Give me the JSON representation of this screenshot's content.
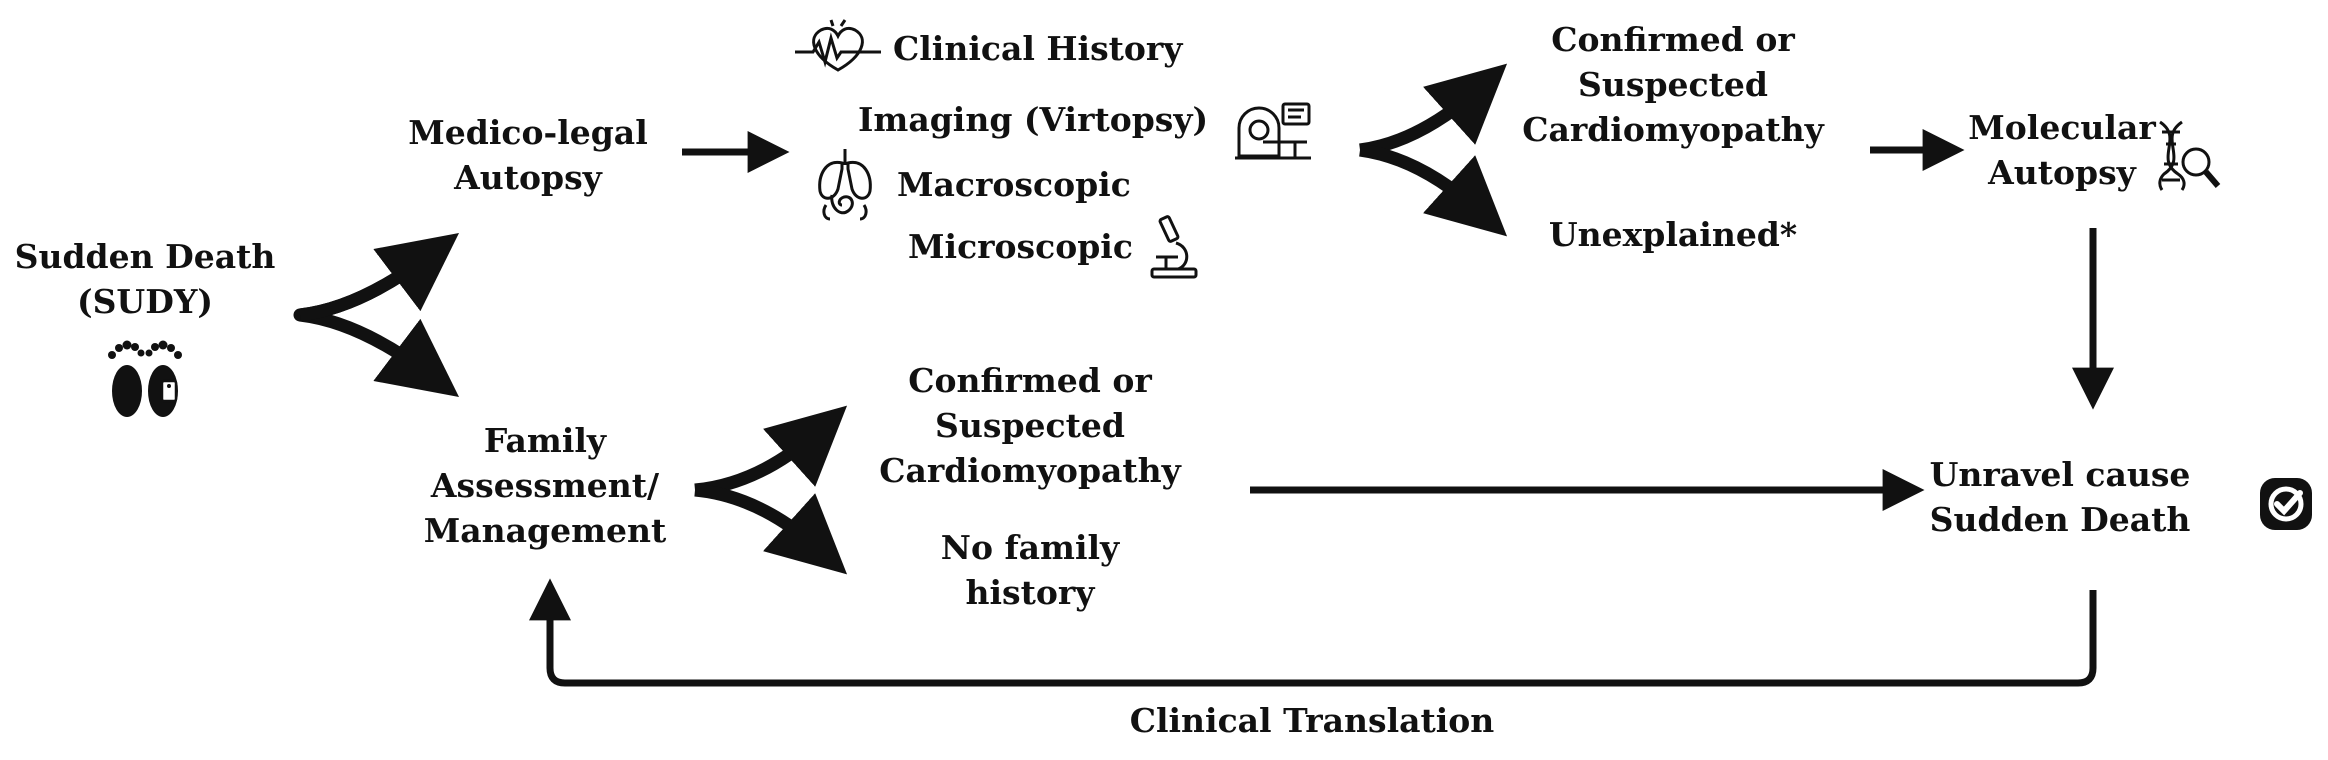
{
  "nodes": {
    "sudden_death": [
      "Sudden Death",
      "(SUDY)"
    ],
    "medico_legal": [
      "Medico-legal",
      "Autopsy"
    ],
    "clinical_history": "Clinical History",
    "imaging": "Imaging (Virtopsy)",
    "macroscopic": "Macroscopic",
    "microscopic": "Microscopic",
    "confirmed_top": [
      "Confirmed or",
      "Suspected",
      "Cardiomyopathy"
    ],
    "unexplained": "Unexplained*",
    "molecular": [
      "Molecular",
      "Autopsy"
    ],
    "family": [
      "Family",
      "Assessment/",
      "Management"
    ],
    "confirmed_bottom": [
      "Confirmed or",
      "Suspected",
      "Cardiomyopathy"
    ],
    "no_family": [
      "No family",
      "history"
    ],
    "unravel": [
      "Unravel cause",
      "Sudden Death"
    ],
    "clinical_translation": "Clinical Translation"
  },
  "icons": {
    "feet": "footprints-tag-icon",
    "heart": "heart-ecg-icon",
    "scanner": "ct-scanner-icon",
    "organs": "organs-anatomy-icon",
    "microscope": "microscope-icon",
    "dna": "dna-magnifier-icon",
    "check": "check-badge-icon"
  },
  "colors": {
    "ink": "#111111",
    "background": "#ffffff"
  }
}
